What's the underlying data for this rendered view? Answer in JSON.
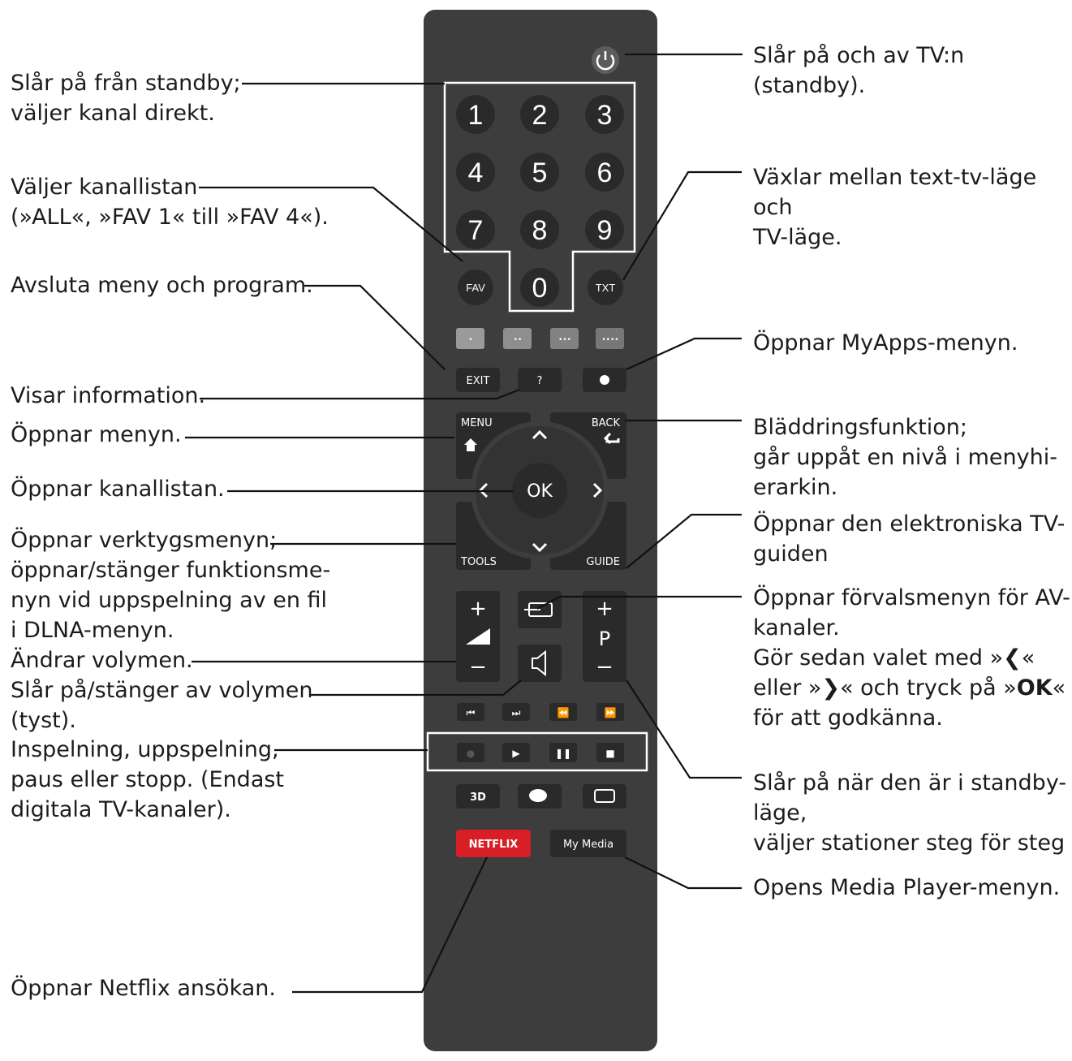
{
  "labels": {
    "standby_on": "Slår på från standby;\nväljer kanal direkt.",
    "fav": "Väljer kanallistan\n(»ALL«, »FAV 1« till »FAV 4«).",
    "exit": "Avsluta meny och program.",
    "info": "Visar information.",
    "menu": "Öppnar menyn.",
    "ok": "Öppnar kanallistan.",
    "tools": "Öppnar verktygsmenyn;\nöppnar/stänger funktionsme-\nnyn vid uppspelning av en fil\ni DLNA-menyn.",
    "volume": "Ändrar volymen.",
    "mute": "Slår på/stänger av volymen\n(tyst).",
    "record": "Inspelning, uppspelning,\npaus eller stopp. (Endast\ndigitala TV-kanaler).",
    "netflix": "Öppnar Netflix ansökan.",
    "power": "Slår på och av TV:n\n(standby).",
    "txt": " Växlar mellan text-tv-läge och\nTV-läge.",
    "myapps": "Öppnar MyApps-menyn.",
    "back": " Bläddringsfunktion;\ngår uppåt en nivå i menyhi-\nerarkin.",
    "guide": "Öppnar den elektroniska TV-\nguiden",
    "av_line1": "Öppnar förvalsmenyn för AV-",
    "av_line2": "kanaler.",
    "av_line3_pre": "Gör sedan valet med »",
    "av_line3_post": "«",
    "av_line4_pre": "eller »",
    "av_line4_mid": "« och tryck på »",
    "av_line4_ok": "OK",
    "av_line4_post": "«",
    "av_line5": "för att godkänna.",
    "channel": "Slår på när den är i standby-\nläge,\nväljer stationer steg för steg",
    "mymedia": "Opens Media Player-menyn."
  },
  "keys": {
    "digits": [
      "1",
      "2",
      "3",
      "4",
      "5",
      "6",
      "7",
      "8",
      "9",
      "0"
    ],
    "fav": "FAV",
    "txt": "TXT",
    "color_dots": [
      "•",
      "••",
      "•••",
      "••••"
    ],
    "exit": "EXIT",
    "info": "?",
    "menu": "MENU",
    "back": "BACK",
    "ok": "OK",
    "tools": "TOOLS",
    "guide": "GUIDE",
    "plus": "+",
    "minus": "−",
    "p": "P",
    "transport": [
      "⏮",
      "⏭",
      "⏪",
      "⏩"
    ],
    "playback": [
      "●",
      "▶",
      "❚❚",
      "■"
    ],
    "three_d": "3D",
    "netflix": "NETFLIX",
    "mymedia": "My Media"
  },
  "colors": {
    "remote_body": "#3d3d3d",
    "button": "#2a2a2a",
    "netflix_red": "#d81f26",
    "highlight_frame": "#ffffff",
    "text": "#1c1c1c"
  }
}
